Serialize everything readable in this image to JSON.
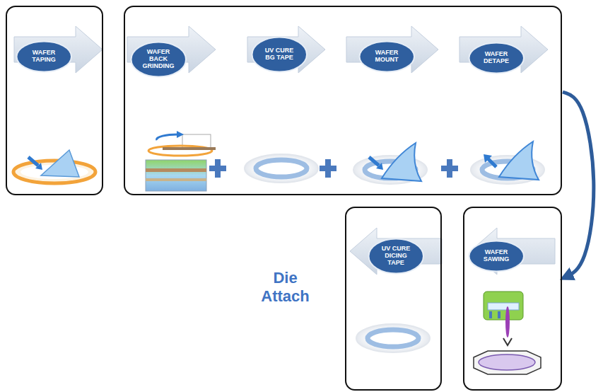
{
  "diagram": {
    "nodes": [
      {
        "text": []
      },
      {
        "text": [
          "WAFER TAPING"
        ],
        "in": 0
      },
      {
        "text": []
      },
      {
        "text": [
          "WAFER BACK GRINDING"
        ],
        "in": 2
      },
      {
        "text": [
          "UV CURE BG TAPE"
        ],
        "in": 2
      },
      {
        "text": [
          "WAFER MOUNT"
        ],
        "in": 2
      },
      {
        "text": [
          "WAFER DETAPE"
        ],
        "in": 2
      },
      {
        "text": []
      },
      {
        "text": [
          "WAFER SAWING"
        ],
        "in": 7
      },
      {
        "text": []
      },
      {
        "text": [
          "UV CURE DICING TAPE"
        ],
        "in": 9
      },
      {
        "text": [
          "Die Attach"
        ]
      }
    ],
    "edges": [
      {
        "from": 2,
        "to": 7,
        "arrow": "to"
      }
    ]
  }
}
